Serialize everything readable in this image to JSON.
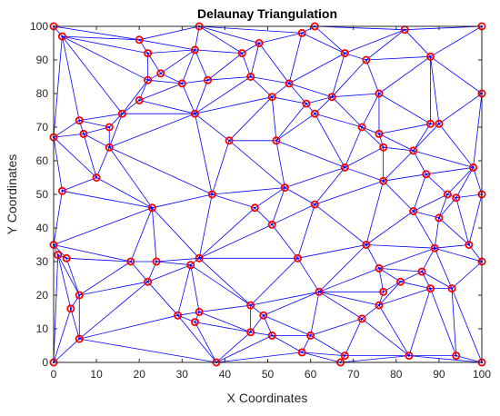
{
  "chart_data": {
    "type": "scatter",
    "title": "Delaunay Triangulation",
    "xlabel": "X Coordinates",
    "ylabel": "Y Coordinates",
    "xlim": [
      0,
      100
    ],
    "ylim": [
      0,
      100
    ],
    "xticks": [
      "0",
      "10",
      "20",
      "30",
      "40",
      "50",
      "60",
      "70",
      "80",
      "90",
      "100"
    ],
    "yticks": [
      "0",
      "10",
      "20",
      "30",
      "40",
      "50",
      "60",
      "70",
      "80",
      "90",
      "100"
    ],
    "grid": false,
    "edge_color": "#0000ff",
    "marker_color": "#ff0000",
    "marker_inner_color": "#0000ff",
    "points": [
      [
        0,
        100
      ],
      [
        2,
        97
      ],
      [
        20,
        96
      ],
      [
        22,
        92
      ],
      [
        34,
        100
      ],
      [
        33,
        93
      ],
      [
        44,
        92
      ],
      [
        48,
        95
      ],
      [
        58,
        98
      ],
      [
        61,
        100
      ],
      [
        68,
        92
      ],
      [
        73,
        90
      ],
      [
        82,
        99
      ],
      [
        88,
        91
      ],
      [
        100,
        100
      ],
      [
        25,
        86
      ],
      [
        22,
        84
      ],
      [
        30,
        83
      ],
      [
        36,
        84
      ],
      [
        46,
        85
      ],
      [
        55,
        83
      ],
      [
        20,
        78
      ],
      [
        16,
        74
      ],
      [
        13,
        70
      ],
      [
        6,
        72
      ],
      [
        7,
        68
      ],
      [
        0,
        67
      ],
      [
        33,
        74
      ],
      [
        51,
        79
      ],
      [
        59,
        77
      ],
      [
        61,
        74
      ],
      [
        65,
        79
      ],
      [
        76,
        80
      ],
      [
        82,
        99
      ],
      [
        88,
        71
      ],
      [
        90,
        71
      ],
      [
        100,
        80
      ],
      [
        72,
        70
      ],
      [
        76,
        68
      ],
      [
        41,
        66
      ],
      [
        52,
        66
      ],
      [
        68,
        58
      ],
      [
        77,
        64
      ],
      [
        84,
        63
      ],
      [
        98,
        58
      ],
      [
        10,
        55
      ],
      [
        2,
        51
      ],
      [
        37,
        50
      ],
      [
        54,
        52
      ],
      [
        47,
        46
      ],
      [
        51,
        41
      ],
      [
        61,
        47
      ],
      [
        77,
        54
      ],
      [
        87,
        56
      ],
      [
        94,
        49
      ],
      [
        100,
        50
      ],
      [
        84,
        45
      ],
      [
        90,
        43
      ],
      [
        23,
        46
      ],
      [
        13,
        64
      ],
      [
        0,
        35
      ],
      [
        1,
        32
      ],
      [
        3,
        31
      ],
      [
        18,
        30
      ],
      [
        24,
        30
      ],
      [
        32,
        29
      ],
      [
        34,
        31
      ],
      [
        57,
        31
      ],
      [
        76,
        28
      ],
      [
        86,
        27
      ],
      [
        89,
        34
      ],
      [
        97,
        35
      ],
      [
        100,
        30
      ],
      [
        6,
        20
      ],
      [
        4,
        16
      ],
      [
        22,
        24
      ],
      [
        62,
        21
      ],
      [
        77,
        21
      ],
      [
        81,
        24
      ],
      [
        88,
        22
      ],
      [
        93,
        22
      ],
      [
        46,
        17
      ],
      [
        49,
        14
      ],
      [
        29,
        14
      ],
      [
        33,
        12
      ],
      [
        34,
        15
      ],
      [
        6,
        7
      ],
      [
        0,
        0
      ],
      [
        38,
        0
      ],
      [
        46,
        9
      ],
      [
        51,
        8
      ],
      [
        58,
        3
      ],
      [
        60,
        8
      ],
      [
        67,
        0
      ],
      [
        68,
        2
      ],
      [
        72,
        13
      ],
      [
        76,
        17
      ],
      [
        83,
        2
      ],
      [
        94,
        2
      ],
      [
        100,
        0
      ],
      [
        92,
        50
      ],
      [
        73,
        35
      ]
    ]
  }
}
